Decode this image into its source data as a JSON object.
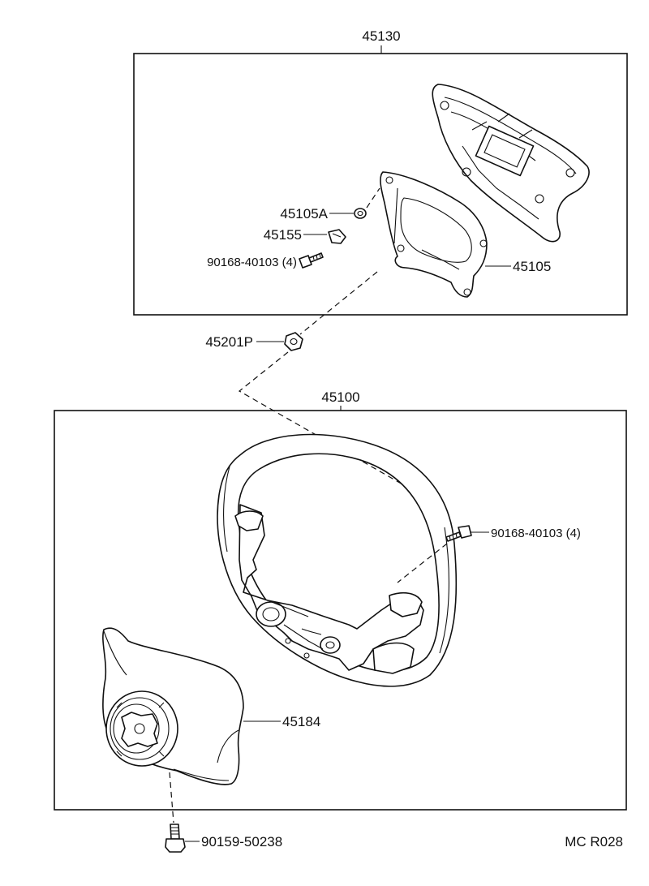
{
  "groups": {
    "upper_assembly": "45130",
    "wheel_assembly": "45100"
  },
  "parts": {
    "p45105A": "45105A",
    "p45155": "45155",
    "screw_upper": "90168-40103 (4)",
    "p45105": "45105",
    "p45201P": "45201P",
    "screw_wheel": "90168-40103 (4)",
    "p45184": "45184",
    "bolt_bottom": "90159-50238"
  },
  "footer": {
    "code": "MC R028"
  }
}
